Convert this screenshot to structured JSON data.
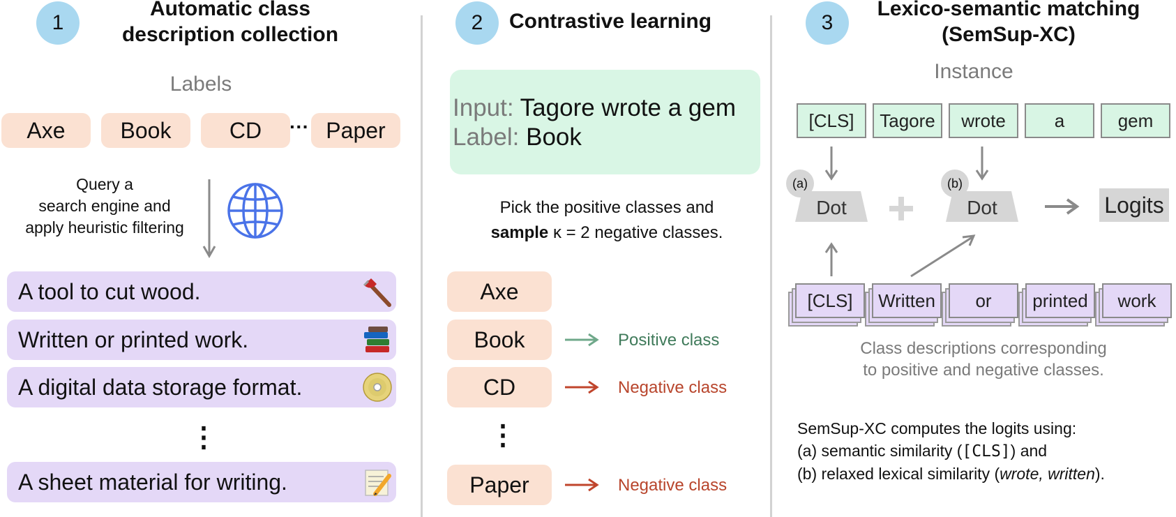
{
  "sections": [
    {
      "number": "1",
      "title_line1": "Automatic class",
      "title_line2": "description collection"
    },
    {
      "number": "2",
      "title_line1": "Contrastive learning"
    },
    {
      "number": "3",
      "title_line1": "Lexico-semantic matching",
      "title_line2": "(SemSup-XC)"
    }
  ],
  "panel1": {
    "labels_heading": "Labels",
    "labels": [
      "Axe",
      "Book",
      "CD",
      "Paper"
    ],
    "ellipsis": "···",
    "query_text": [
      "Query a",
      "search engine and",
      "apply heuristic filtering"
    ],
    "globe_icon": "globe-icon",
    "descriptions": [
      {
        "text": "A tool to cut wood.",
        "icon": "axe-icon"
      },
      {
        "text": "Written or printed work.",
        "icon": "books-icon"
      },
      {
        "text": "A digital data storage format.",
        "icon": "cd-icon"
      },
      {
        "text": "A sheet material for writing.",
        "icon": "memo-icon"
      }
    ],
    "vertical_ellipsis": "⋮"
  },
  "panel2": {
    "input_prefix": "Input: ",
    "input_value": "Tagore wrote a gem",
    "label_prefix": "Label: ",
    "label_value": "Book",
    "instruction_line1": "Pick the positive classes and",
    "instruction_bold": "sample",
    "instruction_rest": " κ = 2 negative classes.",
    "classes": [
      "Axe",
      "Book",
      "CD",
      "Paper"
    ],
    "vertical_ellipsis": "⋮",
    "positive_label": "Positive class",
    "negative_label": "Negative class",
    "colors": {
      "positive": "#6fa88a",
      "negative": "#c0452c"
    }
  },
  "panel3": {
    "instance_heading": "Instance",
    "instance_tokens": [
      "[CLS]",
      "Tagore",
      "wrote",
      "a",
      "gem"
    ],
    "badge_a": "(a)",
    "badge_b": "(b)",
    "dot_label": "Dot",
    "plus": "+",
    "logits": "Logits",
    "class_tokens": [
      "[CLS]",
      "Written",
      "or",
      "printed",
      "work"
    ],
    "caption": [
      "Class descriptions corresponding",
      "to positive and negative classes."
    ],
    "summary_line1": "SemSup-XC computes the logits using:",
    "summary_a_prefix": "(a) semantic similarity (",
    "summary_a_code": "[CLS]",
    "summary_a_suffix": ") and",
    "summary_b_prefix": "(b) relaxed lexical similarity (",
    "summary_b_italic": "wrote, written",
    "summary_b_suffix": ")."
  }
}
